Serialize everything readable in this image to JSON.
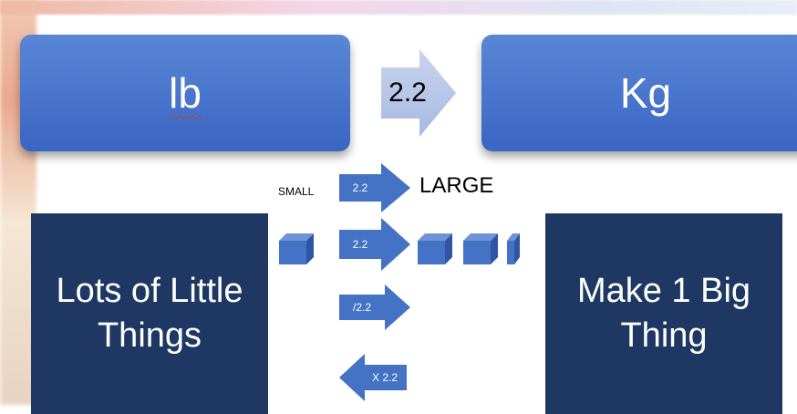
{
  "top_row": {
    "left_unit": "lb",
    "right_unit": "Kg",
    "conversion_factor": "2.2"
  },
  "labels": {
    "small": "SMALL",
    "large": "LARGE"
  },
  "arrows": [
    {
      "label": "2.2",
      "direction": "right"
    },
    {
      "label": "2.2",
      "direction": "right"
    },
    {
      "label": "/2.2",
      "direction": "right"
    },
    {
      "label": "X 2.2",
      "direction": "left"
    }
  ],
  "panels": {
    "left": "Lots of Little Things",
    "right": "Make 1 Big Thing"
  },
  "icons": [
    "cube-icon"
  ],
  "colors": {
    "top_box": "#4472c4",
    "arrow_blue": "#4472c4",
    "panel_navy": "#1f3863",
    "big_arrow": "#b4c3e6"
  }
}
